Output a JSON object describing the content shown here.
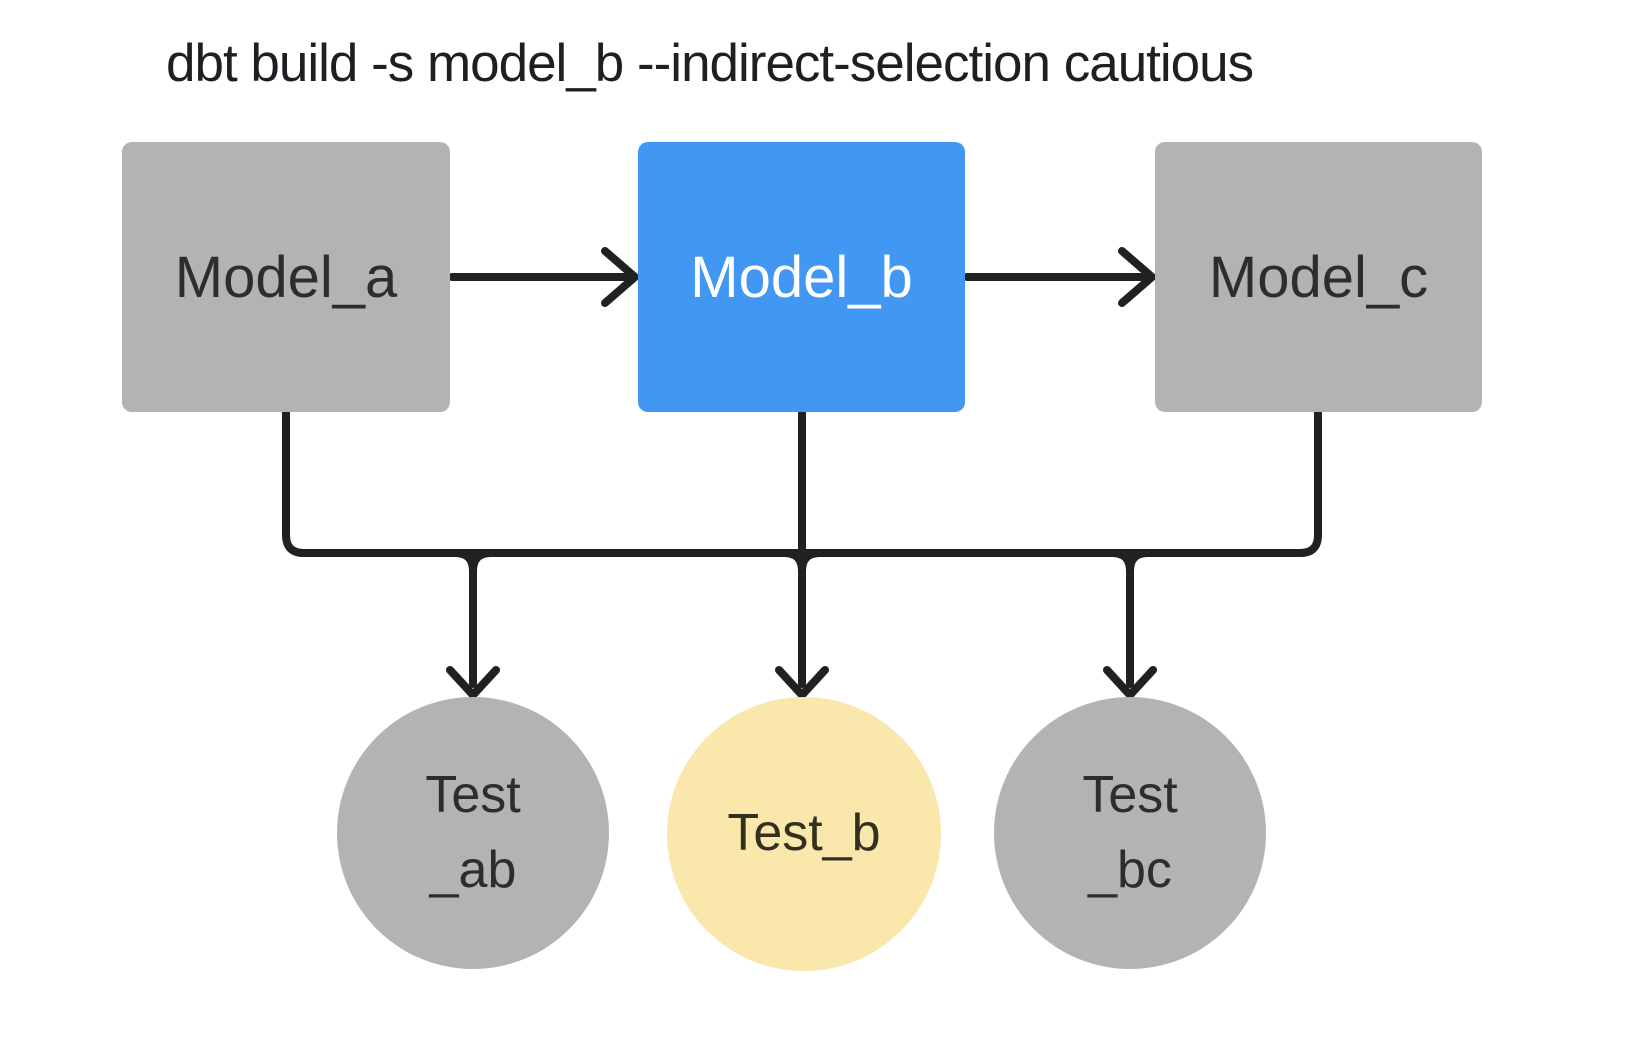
{
  "title": "dbt build -s model_b --indirect-selection cautious",
  "diagram_type": "dbt DAG lineage diagram",
  "colors": {
    "model_selected_fill": "#4297f2",
    "model_unselected_fill": "#b3b3b3",
    "test_selected_fill": "#f9e7ab",
    "test_unselected_fill": "#b3b3b3",
    "connector_stroke": "#212121",
    "canvas_background": "#ffffff",
    "label_dark": "#2d2d2d",
    "label_light": "#ffffff"
  },
  "nodes": {
    "model_a": {
      "label": "Model_a",
      "type": "model",
      "state": "unselected"
    },
    "model_b": {
      "label": "Model_b",
      "type": "model",
      "state": "selected"
    },
    "model_c": {
      "label": "Model_c",
      "type": "model",
      "state": "unselected"
    },
    "test_ab": {
      "label_line1": "Test",
      "label_line2": "_ab",
      "type": "test",
      "state": "unselected"
    },
    "test_b": {
      "label": "Test_b",
      "type": "test",
      "state": "selected"
    },
    "test_bc": {
      "label_line1": "Test",
      "label_line2": "_bc",
      "type": "test",
      "state": "unselected"
    }
  },
  "edges": [
    {
      "from": "model_a",
      "to": "model_b",
      "style": "arrow"
    },
    {
      "from": "model_b",
      "to": "model_c",
      "style": "arrow"
    },
    {
      "from": "model_a",
      "to": "test_ab",
      "style": "arrow"
    },
    {
      "from": "model_b",
      "to": "test_ab",
      "style": "arrow"
    },
    {
      "from": "model_b",
      "to": "test_b",
      "style": "arrow"
    },
    {
      "from": "model_b",
      "to": "test_bc",
      "style": "arrow"
    },
    {
      "from": "model_c",
      "to": "test_bc",
      "style": "arrow"
    }
  ]
}
